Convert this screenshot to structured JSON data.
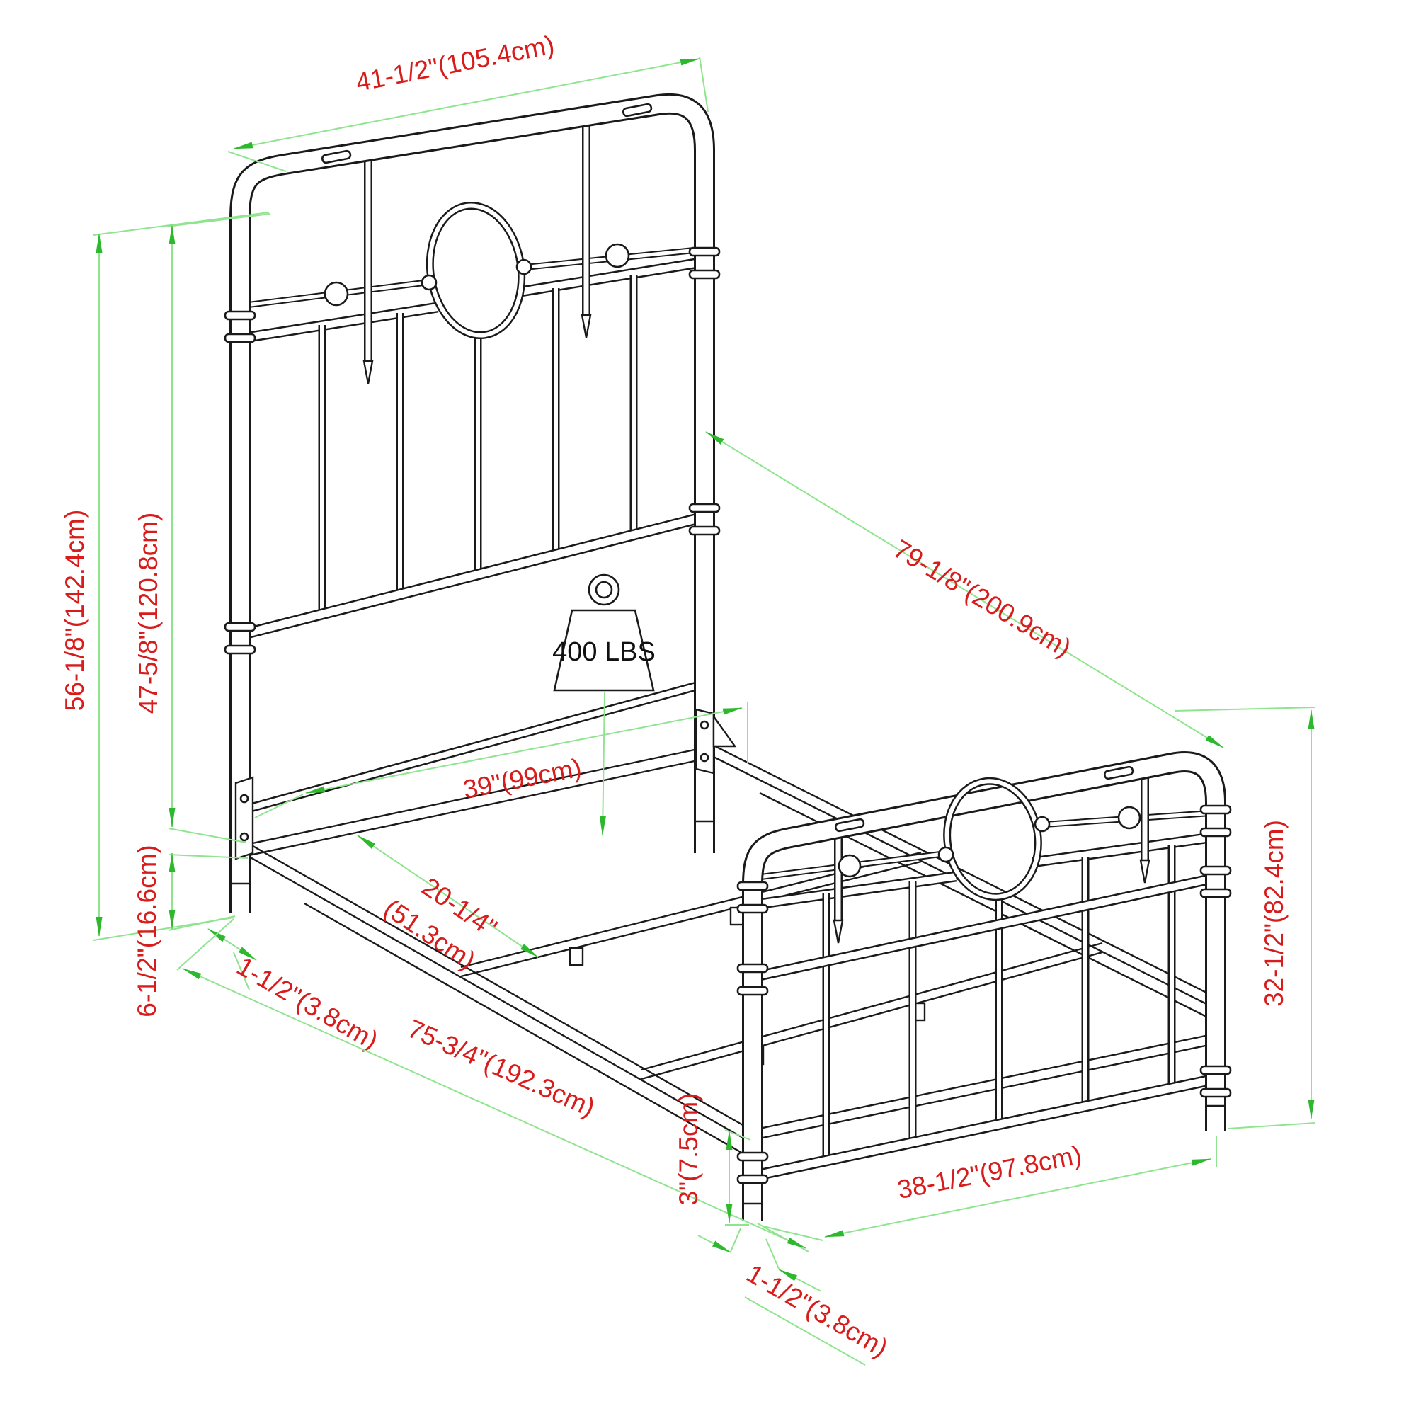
{
  "title": "Bed frame assembly dimension diagram",
  "colors": {
    "dimension_line": "#8fe48f",
    "arrow": "#2eb82e",
    "label": "#d81b1b",
    "drawing": "#1a1a1a",
    "background": "#ffffff"
  },
  "weight_badge": {
    "label": "400 LBS"
  },
  "dimensions": {
    "headboard_width": "41-1/2\"(105.4cm)",
    "headboard_height": "56-1/8\"(142.4cm)",
    "headboard_upper_height": "47-5/8\"(120.8cm)",
    "frame_height": "6-1/2\"(16.6cm)",
    "side_rail_thickness": "1-1/2\"(3.8cm)",
    "side_rail_length": "75-3/4\"(192.3cm)",
    "bed_length": "79-1/8\"(200.9cm)",
    "mattress_width": "39\"(99cm)",
    "slat_spacing_line1": "20-1/4\"",
    "slat_spacing_line2": "(51.3cm)",
    "leg_height": "3\"(7.5cm)",
    "footboard_width": "38-1/2\"(97.8cm)",
    "footboard_height": "32-1/2\"(82.4cm)",
    "foot_leg_thickness": "1-1/2\"(3.8cm)"
  }
}
